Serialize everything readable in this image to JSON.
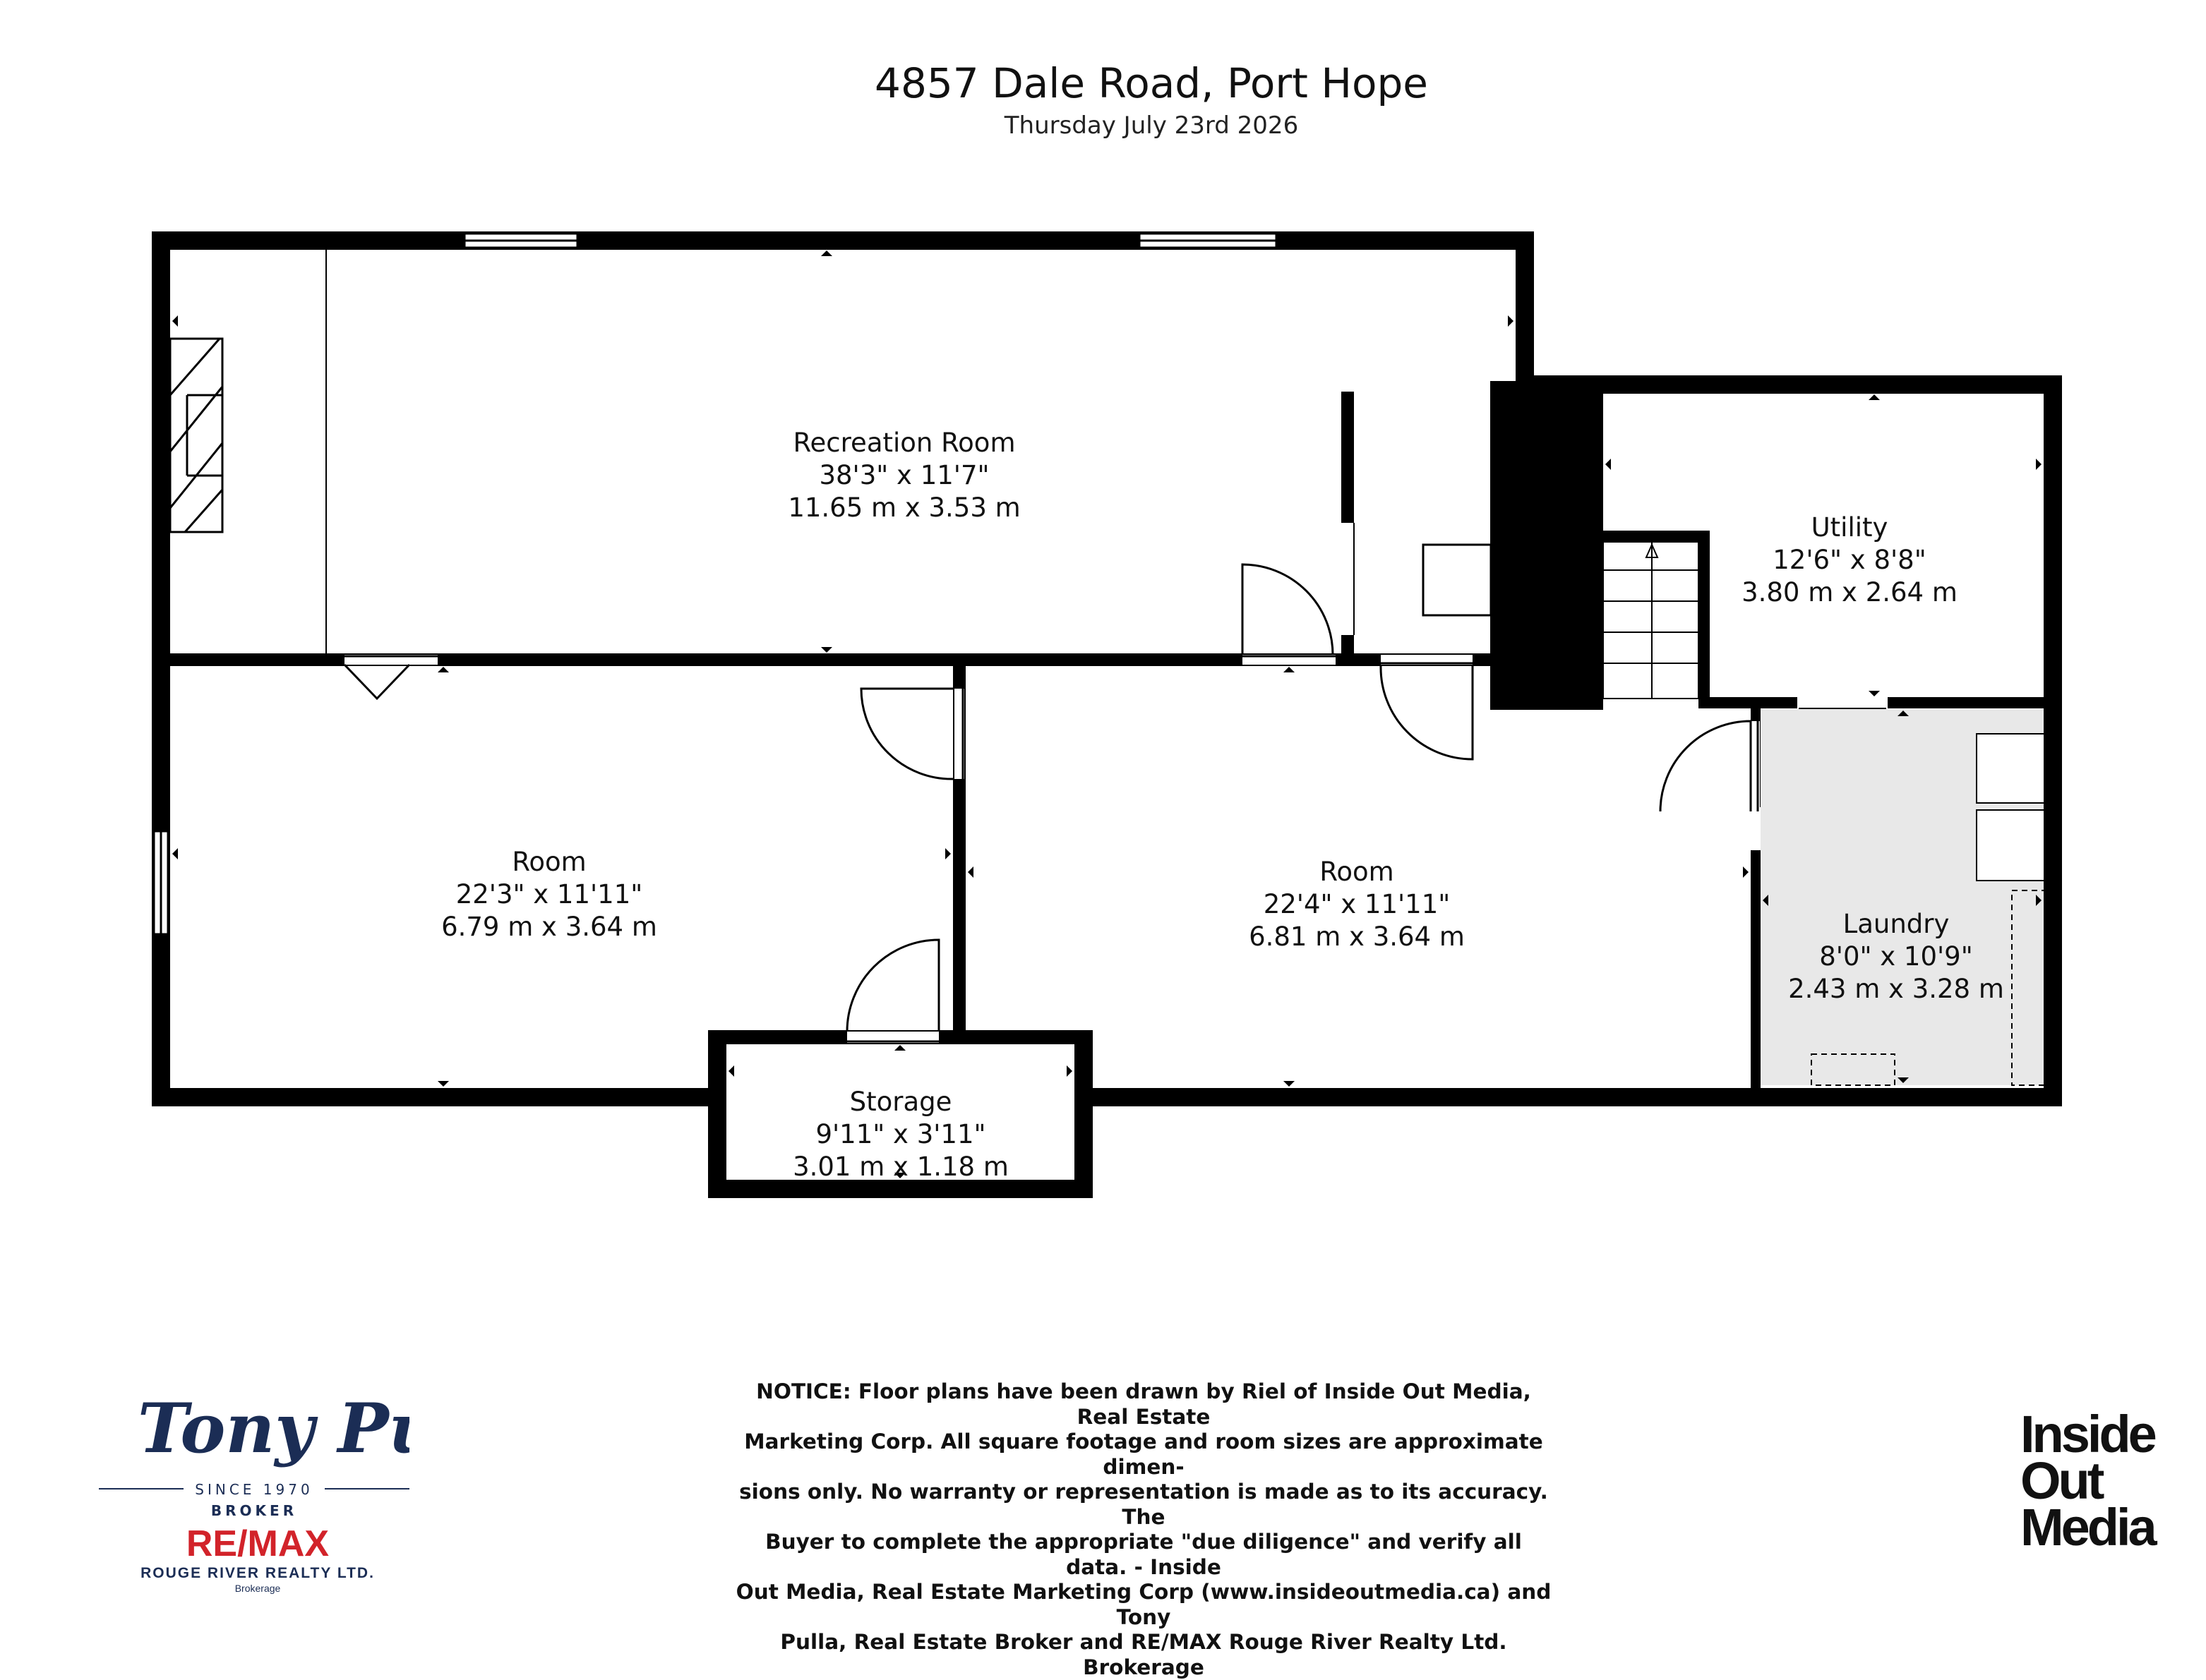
{
  "header": {
    "title": "4857 Dale Road, Port Hope",
    "date": "Thursday July 23rd 2026"
  },
  "rooms": {
    "recreation": {
      "name": "Recreation Room",
      "imperial": "38'3\" x 11'7\"",
      "metric": "11.65 m x 3.53 m"
    },
    "utility": {
      "name": "Utility",
      "imperial": "12'6\" x 8'8\"",
      "metric": "3.80 m x 2.64 m"
    },
    "room_west": {
      "name": "Room",
      "imperial": "22'3\" x 11'11\"",
      "metric": "6.79 m x 3.64 m"
    },
    "room_east": {
      "name": "Room",
      "imperial": "22'4\" x 11'11\"",
      "metric": "6.81 m x 3.64 m"
    },
    "laundry": {
      "name": "Laundry",
      "imperial": "8'0\" x 10'9\"",
      "metric": "2.43 m x 3.28 m"
    },
    "storage": {
      "name": "Storage",
      "imperial": "9'11\" x 3'11\"",
      "metric": "3.01 m x 1.18 m"
    }
  },
  "notice": {
    "lines": [
      "NOTICE: Floor plans have been drawn by Riel of Inside Out Media, Real Estate",
      "Marketing Corp. All square footage and room sizes are approximate dimen-",
      "sions only. No warranty or representation is made as to its accuracy. The",
      "Buyer to complete the appropriate \"due diligence\" and verify all data. - Inside",
      "Out Media, Real Estate Marketing Corp (www.insideoutmedia.ca) and Tony",
      "Pulla, Real Estate Broker and RE/MAX Rouge River Realty Ltd. Brokerage"
    ]
  },
  "broker_logo": {
    "name": "Tony Pulla",
    "since": "SINCE 1970",
    "role": "BROKER",
    "brand": "RE/MAX",
    "company": "ROUGE RIVER REALTY LTD.",
    "company_sub": "Brokerage",
    "color": "#1b2d55",
    "brand_color": "#d2232a"
  },
  "media_logo": {
    "lines": [
      "Inside",
      "Out",
      "Media"
    ]
  },
  "colors": {
    "wall": "#000000",
    "laundry_fill": "#e8e8e8",
    "background": "#ffffff"
  }
}
